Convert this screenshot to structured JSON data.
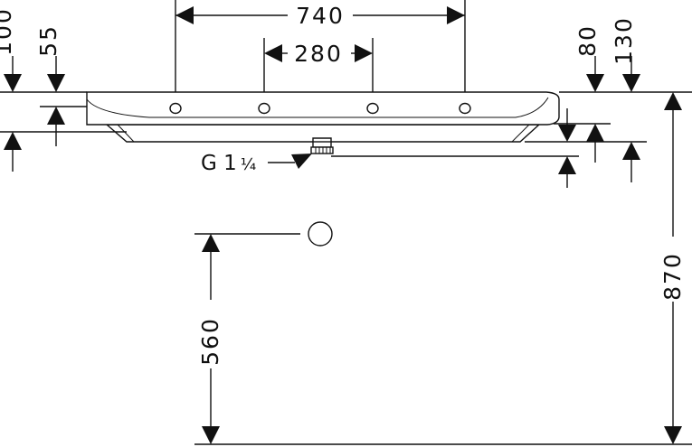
{
  "drawing": {
    "dimensions": {
      "overall_hole_spacing": "740",
      "inner_hole_spacing": "280",
      "left_outer_depth": "100",
      "left_inner_depth": "55",
      "right_inner_depth": "80",
      "right_outer_depth": "130",
      "total_height": "870",
      "waste_height": "560"
    },
    "thread": {
      "label": "G 1",
      "fraction": "¼"
    }
  }
}
